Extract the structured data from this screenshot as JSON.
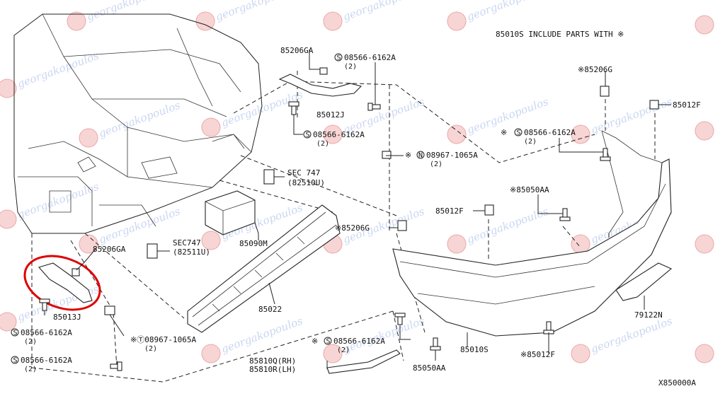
{
  "header_note": "85010S INCLUDE PARTS WITH ※",
  "drawing_code": "X850000A",
  "watermark": {
    "text": "georgakopoulos",
    "logo_color": "#e58a8a",
    "text_color": "#9fb6e6"
  },
  "highlight": {
    "color": "#e00000"
  },
  "labels": {
    "p85206GA_top": "85206GA",
    "p08566_top": "08566-6162A",
    "p08566_top_qty": "(2)",
    "p85012J": "85012J",
    "p08566_mid": "08566-6162A",
    "p08566_mid_qty": "(2)",
    "sec747_a": "SEC 747",
    "sec747_a_ref": "(82510U)",
    "p09867_right": "08967-1065A",
    "p09867_right_qty": "(2)",
    "p85206G": "※85206G",
    "p85012F_top": "85012F",
    "p08566_right": "08566-6162A",
    "p08566_right_qty": "(2)",
    "p85050AA_top": "※85050AA",
    "p85012F_mid": "85012F",
    "p85206G_mid": "※85206G",
    "p85206GA_left": "85206GA",
    "sec747_b": "SEC747",
    "sec747_b_ref": "(82511U)",
    "p85090M": "85090M",
    "p85013J": "85013J",
    "p08566_left": "08566-6162A",
    "p08566_left_qty": "(2)",
    "p08566_bl": "08566-6162A",
    "p08566_bl_qty": "(2)",
    "p09867_bottom": "※Ⓣ08967-1065A",
    "p09867_bottom_qty": "(2)",
    "p85022": "85022",
    "p85810Q": "85810Q(RH)",
    "p85810R": "85810R(LH)",
    "p08566_bot": "08566-6162A",
    "p08566_bot_qty": "(2)",
    "p85050AA_bot": "85050AA",
    "p85010S": "85010S",
    "p85012F_bot": "※85012F",
    "p79122N": "79122N"
  }
}
